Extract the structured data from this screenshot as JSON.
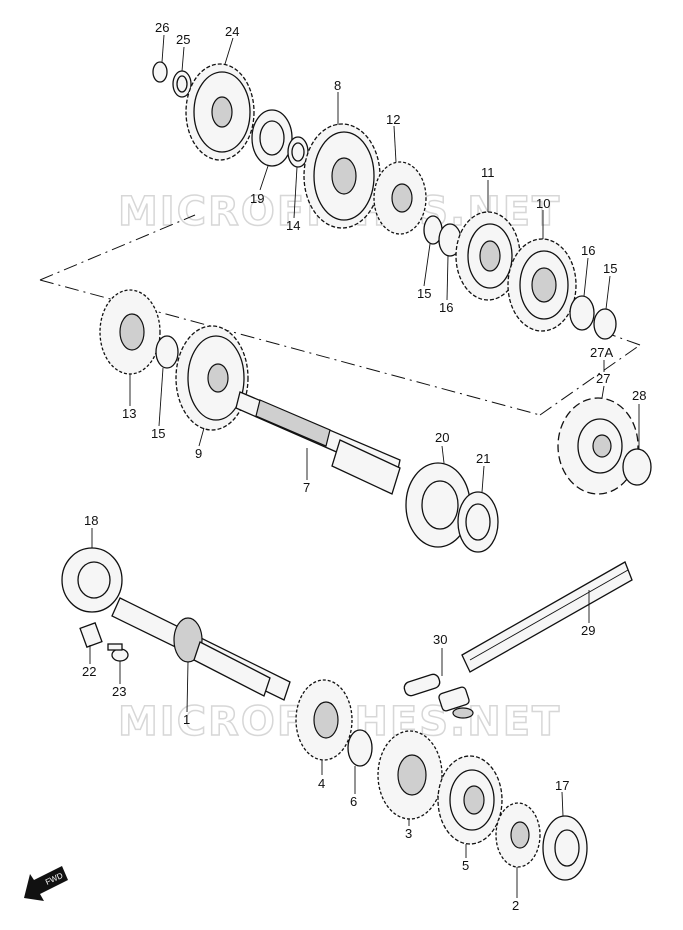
{
  "watermark": "MICROFICHES.NET",
  "fwd_label": "FWD",
  "callouts": [
    "26",
    "25",
    "24",
    "8",
    "12",
    "19",
    "14",
    "11",
    "10",
    "15",
    "16",
    "16",
    "15",
    "27A",
    "27",
    "28",
    "13",
    "15",
    "9",
    "7",
    "20",
    "21",
    "18",
    "22",
    "23",
    "1",
    "30",
    "29",
    "4",
    "6",
    "3",
    "5",
    "17",
    "2"
  ]
}
